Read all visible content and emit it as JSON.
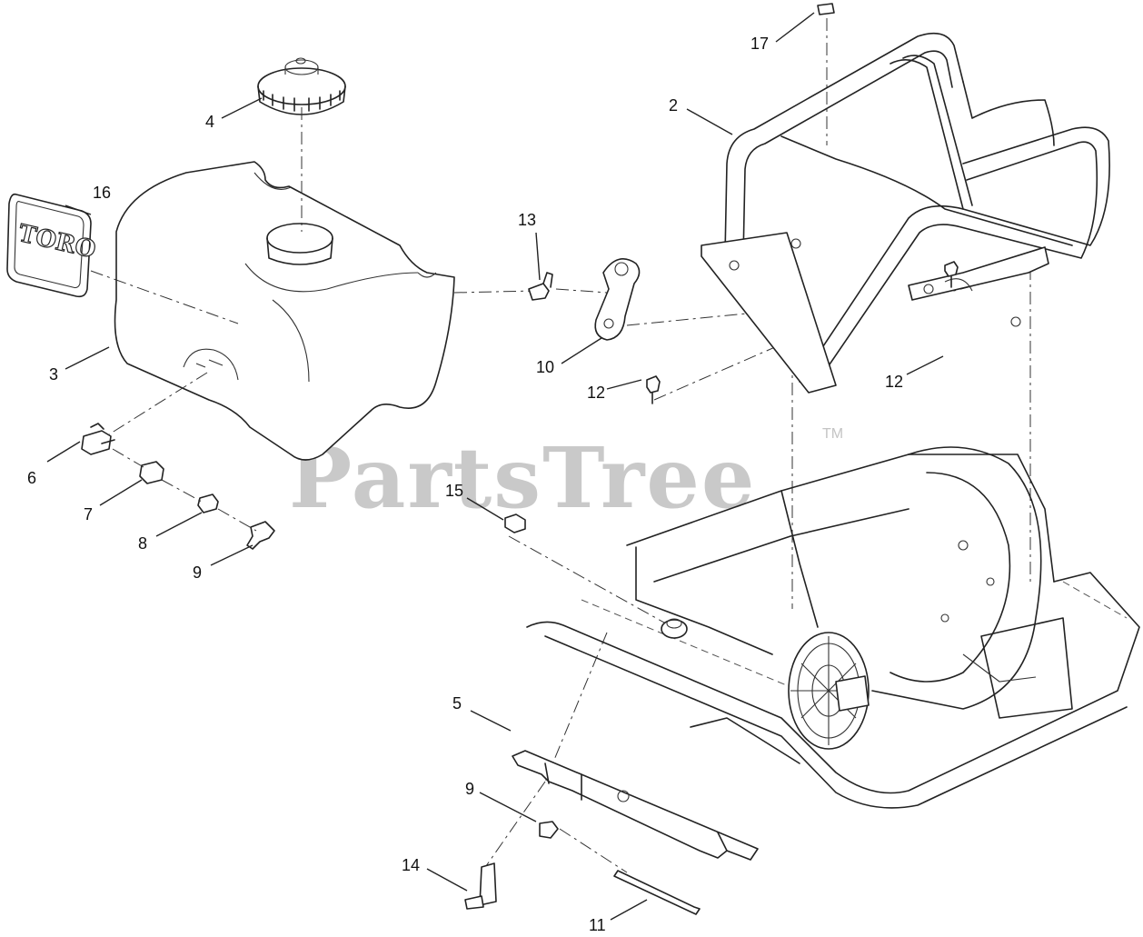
{
  "watermark": {
    "brand": "PartsTree",
    "trademark": "TM"
  },
  "logo": {
    "text": "TORO"
  },
  "callouts": {
    "c2": "2",
    "c3": "3",
    "c4": "4",
    "c5": "5",
    "c6": "6",
    "c7": "7",
    "c8": "8",
    "c9a": "9",
    "c9b": "9",
    "c10": "10",
    "c11": "11",
    "c12a": "12",
    "c12b": "12",
    "c13": "13",
    "c14": "14",
    "c15": "15",
    "c16": "16",
    "c17": "17"
  }
}
